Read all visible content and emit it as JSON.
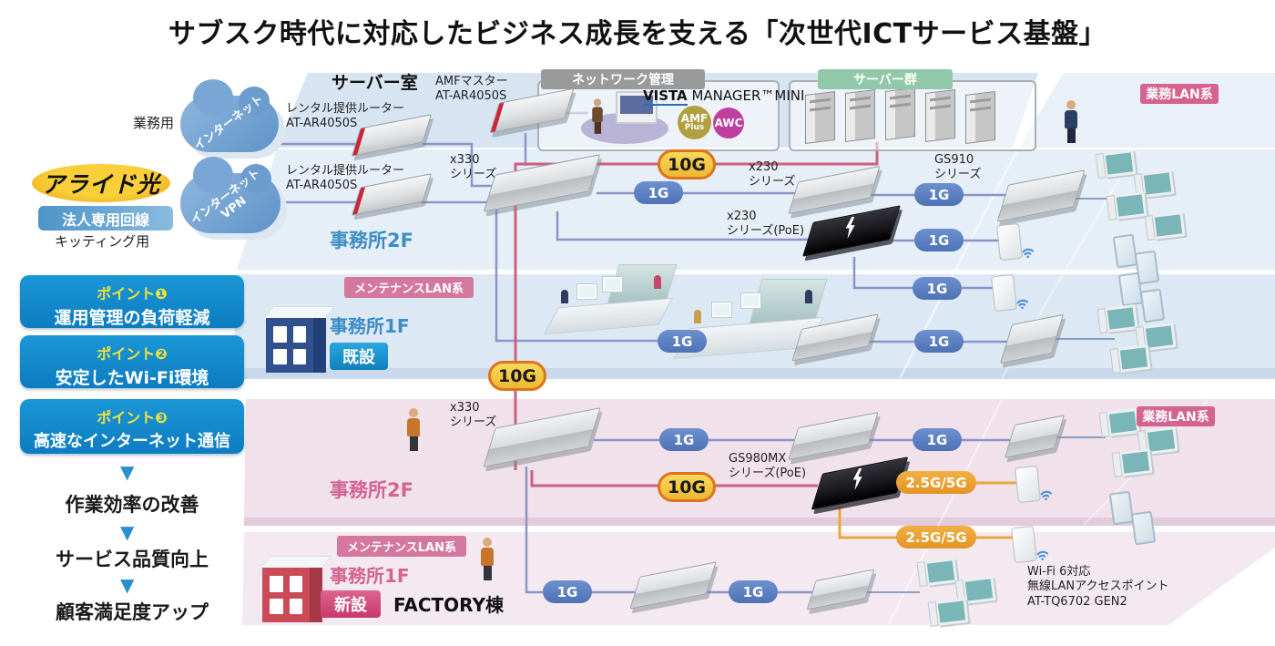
{
  "title": "サブスク時代に対応したビジネス成長を支える「次世代ICTサービス基盤」",
  "icons": {
    "down_arrow": "▼",
    "lightning": "poe-lightning-bolt",
    "wifi": "wifi-waves"
  },
  "colors": {
    "badge_1g": "#5b80c2",
    "badge_10g_bg": "#f3c93e",
    "badge_10g_border": "#dd7419",
    "badge_25g": "#eca32c",
    "trunk_pink": "#cf5f7e",
    "line_blue": "#8a94c8",
    "line_orange": "#e8a838",
    "zone_maintenance": "#d4789e",
    "zone_business_lan": "#d4638f",
    "zone_network_mgmt": "#9a9a9a",
    "zone_server_group": "#92c8aa",
    "point_box_blue": "#1590d4",
    "brand_oval": "#f2b51e",
    "floor_blue": "#e6eef7",
    "floor_pink": "#f1e1eb",
    "office_blue_text": "#3c8dc5",
    "office_pink_text": "#d4638f"
  },
  "left": {
    "business_use": "業務用",
    "cloud_internet": "インターネット",
    "brand": "アライド光",
    "corporate_line": "法人専用回線",
    "kitting_use": "キッティング用",
    "cloud_internet_vpn": "インターネット\nVPN",
    "points": [
      {
        "num": "ポイント❶",
        "text": "運用管理の負荷軽減"
      },
      {
        "num": "ポイント❷",
        "text": "安定したWi-Fi環境"
      },
      {
        "num": "ポイント❸",
        "text": "高速なインターネット通信"
      }
    ],
    "outcomes": [
      "作業効率の改善",
      "サービス品質向上",
      "顧客満足度アップ"
    ]
  },
  "server_room": {
    "label": "サーバー室",
    "rental_router_1": "レンタル提供ルーター\nAT-AR4050S",
    "rental_router_2": "レンタル提供ルーター\nAT-AR4050S",
    "amf_master": "AMFマスター\nAT-AR4050S"
  },
  "network_mgmt": {
    "label": "ネットワーク管理",
    "vista_bold": "VISTA",
    "vista_rest": " MANAGER™MINI",
    "amf": "AMF",
    "amf_sub": "Plus",
    "awc": "AWC"
  },
  "server_group": {
    "label": "サーバー群"
  },
  "upper": {
    "business_lan": "業務LAN系",
    "x330": "x330\nシリーズ",
    "office_2f": "事務所2F",
    "x230": "x230\nシリーズ",
    "x230_poe": "x230\nシリーズ(PoE)",
    "gs910": "GS910\nシリーズ",
    "maintenance_lan": "メンテナンスLAN系",
    "office_1f": "事務所1F",
    "existing": "既設"
  },
  "lower": {
    "x330": "x330\nシリーズ",
    "office_2f": "事務所2F",
    "gs980mx": "GS980MX\nシリーズ(PoE)",
    "business_lan": "業務LAN系",
    "maintenance_lan": "メンテナンスLAN系",
    "office_1f": "事務所1F",
    "new_install": "新設",
    "factory": "FACTORY棟",
    "wifi6_ap": "Wi-Fi 6対応\n無線LANアクセスポイント\nAT-TQ6702 GEN2"
  },
  "speeds": {
    "g1": "1G",
    "g10": "10G",
    "g2_5_5": "2.5G/5G"
  }
}
